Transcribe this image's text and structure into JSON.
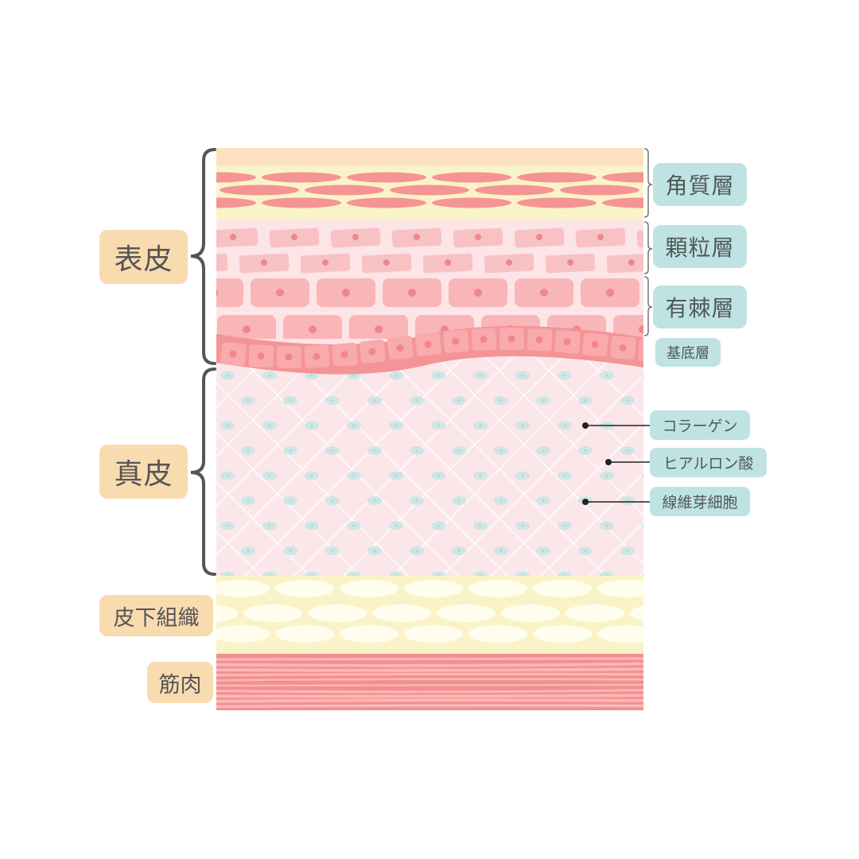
{
  "colors": {
    "stratum_corneum_top": "#fbe1c0",
    "stratum_corneum_bg": "#fbf3c8",
    "corneum_cell": "#f59494",
    "epidermis_bg": "#fde4e6",
    "granular_cell": "#f8c2c4",
    "spinous_cell": "#f8b6b8",
    "cell_nucleus": "#ef8789",
    "basal_band": "#f39496",
    "basal_cell": "#f8aaad",
    "dermis_bg": "#fbe7ea",
    "dermis_lines": "#ffffff",
    "dermis_dot": "#cfe5e6",
    "fat_bg": "#fbf3c8",
    "fat_cell": "#fffdee",
    "muscle_dark": "#f28f8f",
    "muscle_light": "#fbb7b6",
    "left_label_bg": "#f9dbb0",
    "right_label_bg": "#bfe3e2",
    "bracket": "#555555",
    "text": "#555555"
  },
  "labels": {
    "left": {
      "epidermis": "表皮",
      "dermis": "真皮",
      "subcutaneous": "皮下組織",
      "muscle": "筋肉"
    },
    "right": {
      "stratum_corneum": "角質層",
      "stratum_granulosum": "顆粒層",
      "stratum_spinosum": "有棘層",
      "stratum_basale": "基底層",
      "collagen": "コラーゲン",
      "hyaluronic_acid": "ヒアルロン酸",
      "fibroblast": "線維芽細胞"
    }
  }
}
